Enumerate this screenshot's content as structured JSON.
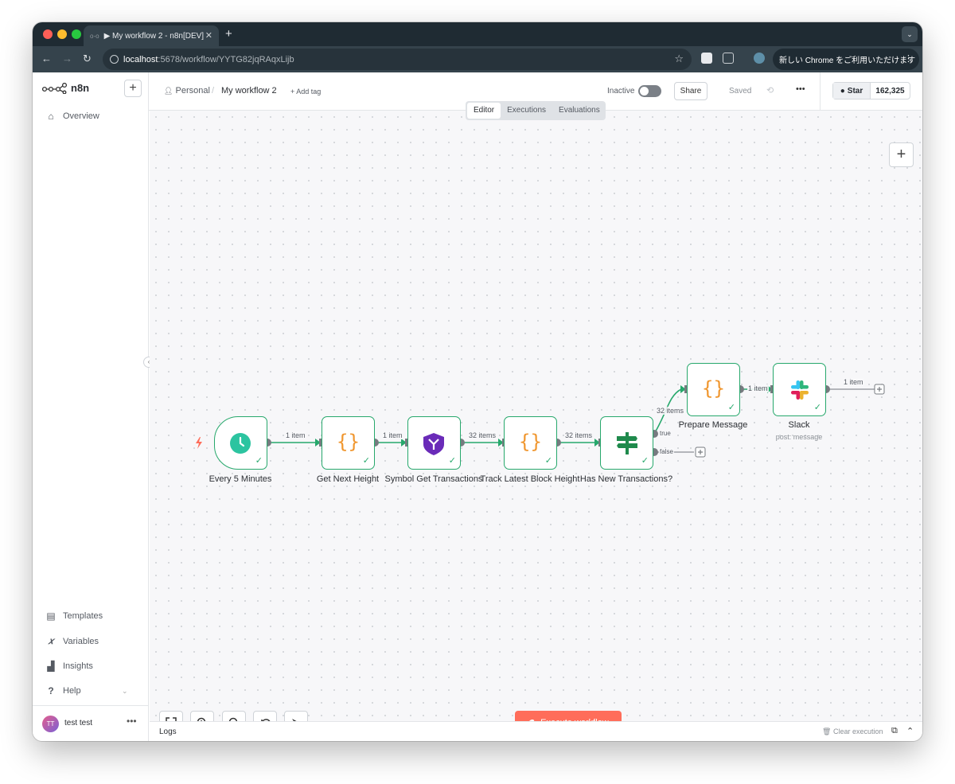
{
  "browser": {
    "tab_title": "▶ My workflow 2 - n8n[DEV]",
    "url_host": "localhost",
    "url_path": ":5678/workflow/YYTG82jqRAqxLijb",
    "promo_button": "新しい Chrome をご利用いただけます"
  },
  "sidebar": {
    "brand": "n8n",
    "overview": "Overview",
    "templates": "Templates",
    "variables": "Variables",
    "insights": "Insights",
    "help": "Help",
    "user_name": "test test",
    "user_initials": "TT"
  },
  "header": {
    "project": "Personal",
    "workflow_name": "My workflow 2",
    "add_tag": "+ Add tag",
    "status": "Inactive",
    "share": "Share",
    "saved": "Saved",
    "github_star": "Star",
    "github_count": "162,325"
  },
  "tabs": {
    "editor": "Editor",
    "executions": "Executions",
    "evaluations": "Evaluations"
  },
  "nodes": {
    "trigger": "Every 5 Minutes",
    "next_height": "Get Next Height",
    "symbol": "Symbol Get Transactions",
    "track": "Track Latest Block Height",
    "has_new": "Has New Transactions?",
    "prepare": "Prepare Message",
    "slack": "Slack",
    "slack_sub": "post: message"
  },
  "edges": {
    "e1": "1 item",
    "e2": "1 item",
    "e3": "32 items",
    "e4": "32 items",
    "e5": "32 items",
    "e6": "1 item",
    "e7": "1 item",
    "true_label": "true",
    "false_label": "false"
  },
  "canvas": {
    "execute": "Execute workflow"
  },
  "logs": {
    "title": "Logs",
    "clear": "Clear execution"
  },
  "colors": {
    "accent": "#ff6d5a",
    "success": "#27a86c",
    "code": "#f0962e",
    "symbol": "#6a2bb8"
  }
}
